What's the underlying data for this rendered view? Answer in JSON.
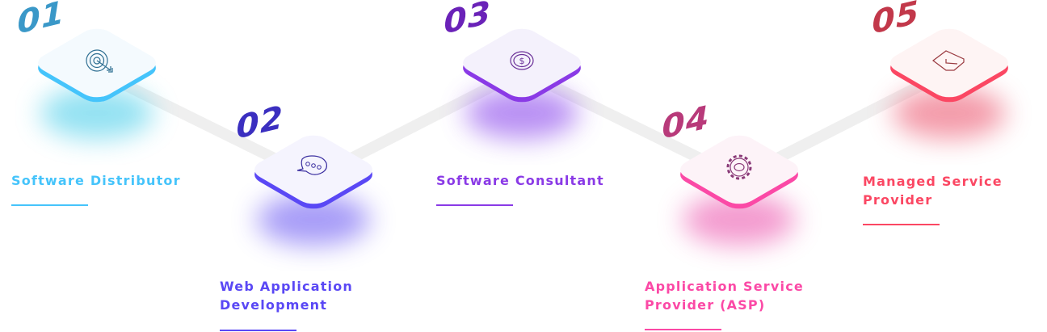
{
  "steps": [
    {
      "number": "01",
      "label_lines": [
        "Software Distributor"
      ],
      "icon": "target-icon",
      "number_color": "#3a98c8",
      "accent": "#45c4fb",
      "face": "#f4fafe",
      "glow": "#6fd8ee",
      "icon_color": "#2f6f92"
    },
    {
      "number": "02",
      "label_lines": [
        "Web Application",
        "Development"
      ],
      "icon": "chat-bubble-icon",
      "number_color": "#3b2fc0",
      "accent": "#5a48f5",
      "face": "#f5f4fe",
      "glow": "#8a7cf5",
      "icon_color": "#3b2fa0"
    },
    {
      "number": "03",
      "label_lines": [
        "Software Consultant"
      ],
      "icon": "dollar-coin-icon",
      "number_color": "#6a22b8",
      "accent": "#8a3ae6",
      "face": "#f4f1fc",
      "glow": "#a26cf0",
      "icon_color": "#6a3098"
    },
    {
      "number": "04",
      "label_lines": [
        "Application Service",
        "Provider (ASP)"
      ],
      "icon": "gear-icon",
      "number_color": "#b83a7a",
      "accent": "#fb49a6",
      "face": "#fdf3f8",
      "glow": "#f07ac0",
      "icon_color": "#8a3a78"
    },
    {
      "number": "05",
      "label_lines": [
        "Managed Service",
        "Provider"
      ],
      "icon": "check-envelope-icon",
      "number_color": "#c2384a",
      "accent": "#fb4763",
      "face": "#fef4f4",
      "glow": "#f07a8e",
      "icon_color": "#9a3a40"
    }
  ]
}
